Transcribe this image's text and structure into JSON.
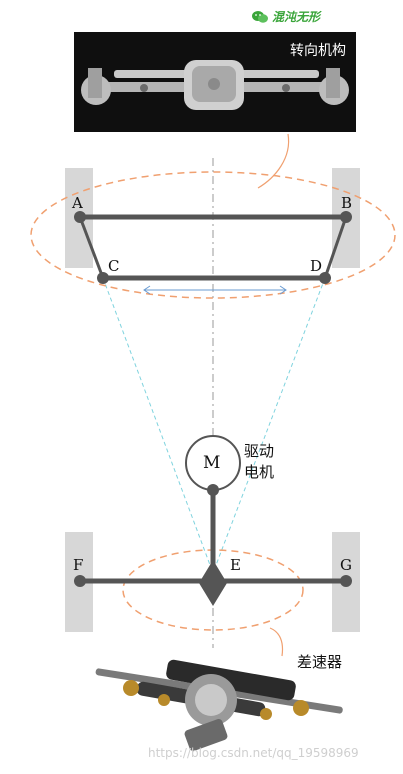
{
  "brand": {
    "text": "混沌无形",
    "icon": "wechat-icon"
  },
  "steering_photo": {
    "label": "转向机构"
  },
  "differential_photo": {
    "label": "差速器"
  },
  "points": {
    "A": "A",
    "B": "B",
    "C": "C",
    "D": "D",
    "E": "E",
    "F": "F",
    "G": "G",
    "M": "M"
  },
  "motor": {
    "label_line1": "驱动",
    "label_line2": "电机"
  },
  "watermark": "https://blog.csdn.net/qq_19598969",
  "colors": {
    "link": "#555555",
    "wheel": "#d7d7d7",
    "ellipse": "#f0a070",
    "dash": "#7fd3de",
    "arrow": "#6a9bd1",
    "center": "#999999",
    "brand": "#3aa53a"
  }
}
